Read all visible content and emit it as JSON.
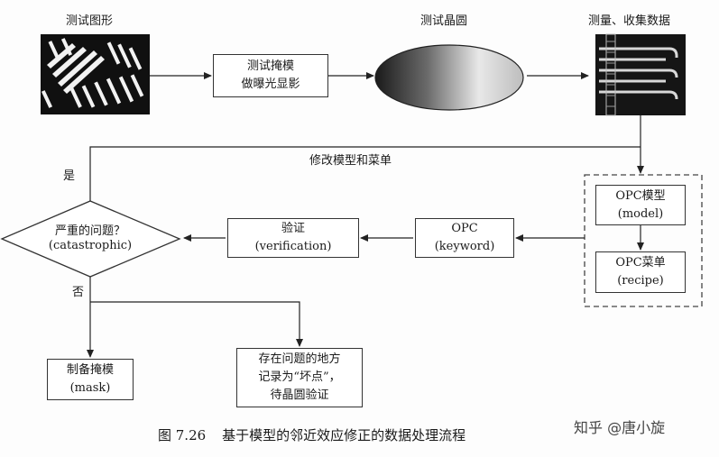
{
  "top": {
    "test_pattern_label": "测试图形",
    "test_wafer_label": "测试晶圆",
    "measure_label": "测量、收集数据",
    "mask_exposure_line1": "测试掩模",
    "mask_exposure_line2": "做曝光显影"
  },
  "loop": {
    "modify_label": "修改模型和菜单",
    "yes_label": "是",
    "no_label": "否"
  },
  "decision": {
    "line1": "严重的问题？",
    "line2": "(catastrophic)"
  },
  "verification": {
    "line1": "验证",
    "line2": "(verification)"
  },
  "opc": {
    "line1": "OPC",
    "line2": "(keyword)"
  },
  "opc_model": {
    "line1": "OPC模型",
    "line2": "(model)"
  },
  "opc_recipe": {
    "line1": "OPC菜单",
    "line2": "(recipe)"
  },
  "mask": {
    "line1": "制备掩模",
    "line2": "(mask)"
  },
  "hotspot": {
    "line1": "存在问题的地方",
    "line2": "记录为“坏点”，",
    "line3": "待晶圆验证"
  },
  "caption": {
    "number": "图 7.26",
    "text": "基于模型的邻近效应修正的数据处理流程"
  },
  "watermark": "知乎 @唐小旋"
}
